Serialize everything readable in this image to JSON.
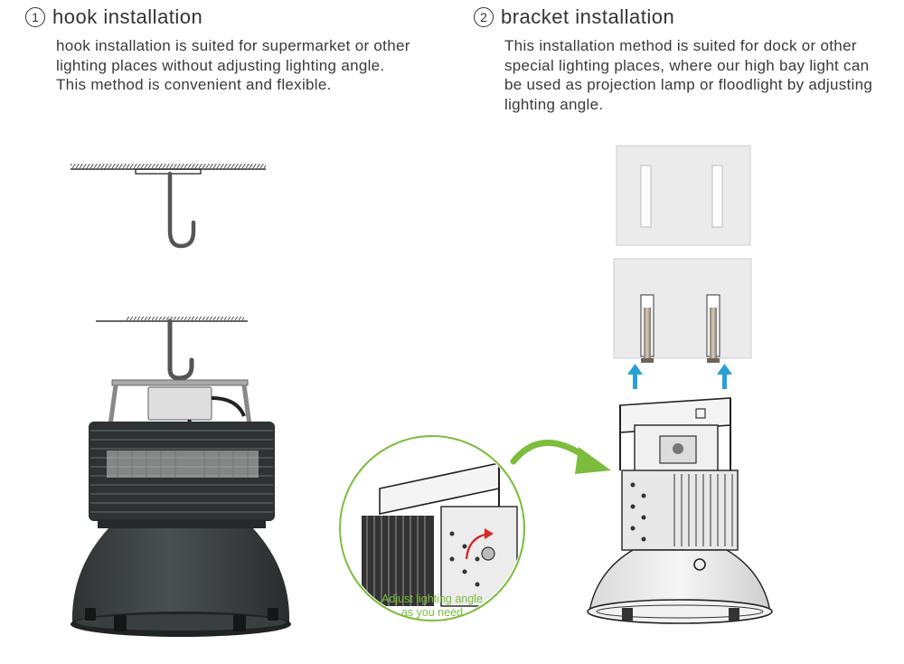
{
  "sections": [
    {
      "number": "1",
      "title": "hook installation",
      "description": "hook installation is suited for supermarket or other lighting places without adjusting lighting angle. This method is convenient and flexible."
    },
    {
      "number": "2",
      "title": "bracket installation",
      "description": "This installation method is suited for dock or other special lighting places, where our high bay light can be used as projection lamp or floodlight by adjusting lighting angle."
    }
  ],
  "callout": {
    "line1": "Adjust lighting angle",
    "line2": "as you need"
  },
  "colors": {
    "accent_green": "#7cbd3d",
    "arrow_blue": "#2b9fd8",
    "lamp_dark": "#3b3f3f",
    "text": "#333333"
  }
}
